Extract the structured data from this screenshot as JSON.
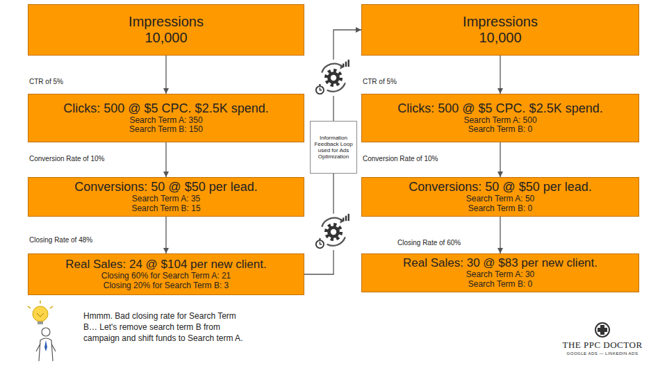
{
  "diagram": {
    "nodes": [
      {
        "text": [
          "Impressions",
          "10,000"
        ]
      },
      {
        "text": [
          "Clicks: 500 @ $5 CPC. $2.5K spend.",
          "Search Term A: 350",
          "Search Term B: 150"
        ]
      },
      {
        "text": [
          "Conversions: 50 @ $50 per lead.",
          "Search Term A: 35",
          "Search Term B: 15"
        ]
      },
      {
        "text": [
          "Real Sales: 24 @ $104 per new client.",
          "Closing 60% for Search Term A: 21",
          "Closing 20% for Search Term B: 3"
        ]
      },
      {
        "text": [
          "Information Feedback Loop used for Ads Optimization"
        ]
      },
      {
        "text": [
          "Impressions",
          "10,000"
        ]
      },
      {
        "text": [
          "Clicks: 500 @ $5 CPC. $2.5K spend.",
          "Search Term A: 500",
          "Search Term B: 0"
        ]
      },
      {
        "text": [
          "Conversions: 50 @ $50 per lead.",
          "Search Term A: 50",
          "Search Term B: 0"
        ]
      },
      {
        "text": [
          "Real Sales: 30 @ $83 per new client.",
          "Search Term A: 30",
          "Search Term B: 0"
        ]
      }
    ],
    "edges": [
      {
        "from": 0,
        "to": 1,
        "arrow": "to",
        "label": "CTR of 5%"
      },
      {
        "from": 1,
        "to": 2,
        "arrow": "to",
        "label": "Conversion Rate of 10%"
      },
      {
        "from": 2,
        "to": 3,
        "arrow": "to",
        "label": "Closing Rate of 48%"
      },
      {
        "from": 5,
        "to": 6,
        "arrow": "to",
        "label": "CTR of 5%"
      },
      {
        "from": 6,
        "to": 7,
        "arrow": "to",
        "label": "Conversion Rate of 10%"
      },
      {
        "from": 7,
        "to": 8,
        "arrow": "to",
        "label": "Closing Rate of 60%"
      },
      {
        "from": 3,
        "to": 4,
        "arrow": "none"
      },
      {
        "from": 4,
        "to": 5,
        "arrow": "to"
      }
    ],
    "labels": [
      "Hmmm. Bad closing rate for Search Term B… Let's remove search term B from campaign and shift funds to Search term A.",
      "THE PPC DOCTOR",
      "GOOGLE ADS — LINKEDIN ADS"
    ]
  }
}
